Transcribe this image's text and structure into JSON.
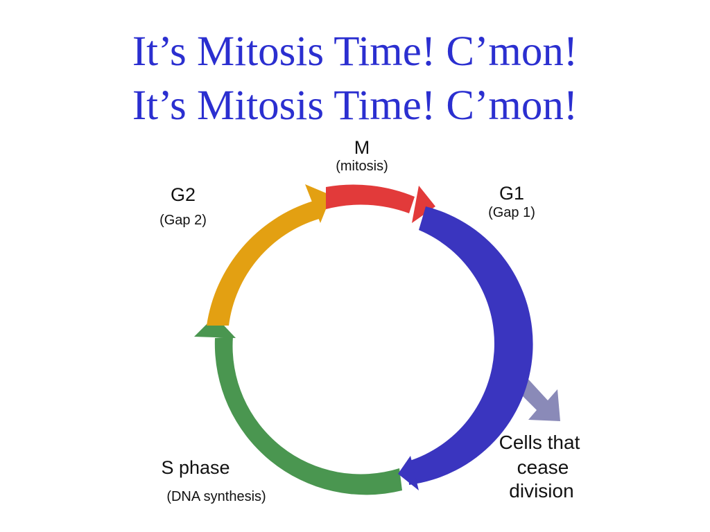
{
  "title": {
    "line1": "It’s Mitosis Time! C’mon!",
    "line2": "It’s Mitosis Time! C’mon!",
    "color": "#2b2fd0"
  },
  "cycle": {
    "phases": [
      {
        "id": "m",
        "name": "M",
        "desc": "(mitosis)",
        "color": "#e23a3a"
      },
      {
        "id": "g1",
        "name": "G1",
        "desc": "(Gap 1)",
        "color": "#3a35bf"
      },
      {
        "id": "s",
        "name": "S phase",
        "desc": "(DNA synthesis)",
        "color": "#4a9650"
      },
      {
        "id": "g2",
        "name": "G2",
        "desc": "(Gap 2)",
        "color": "#e3a012"
      }
    ],
    "exit": {
      "line1": "Cells that",
      "line2": "cease",
      "line3": "division",
      "color": "#8a8ab8"
    }
  }
}
